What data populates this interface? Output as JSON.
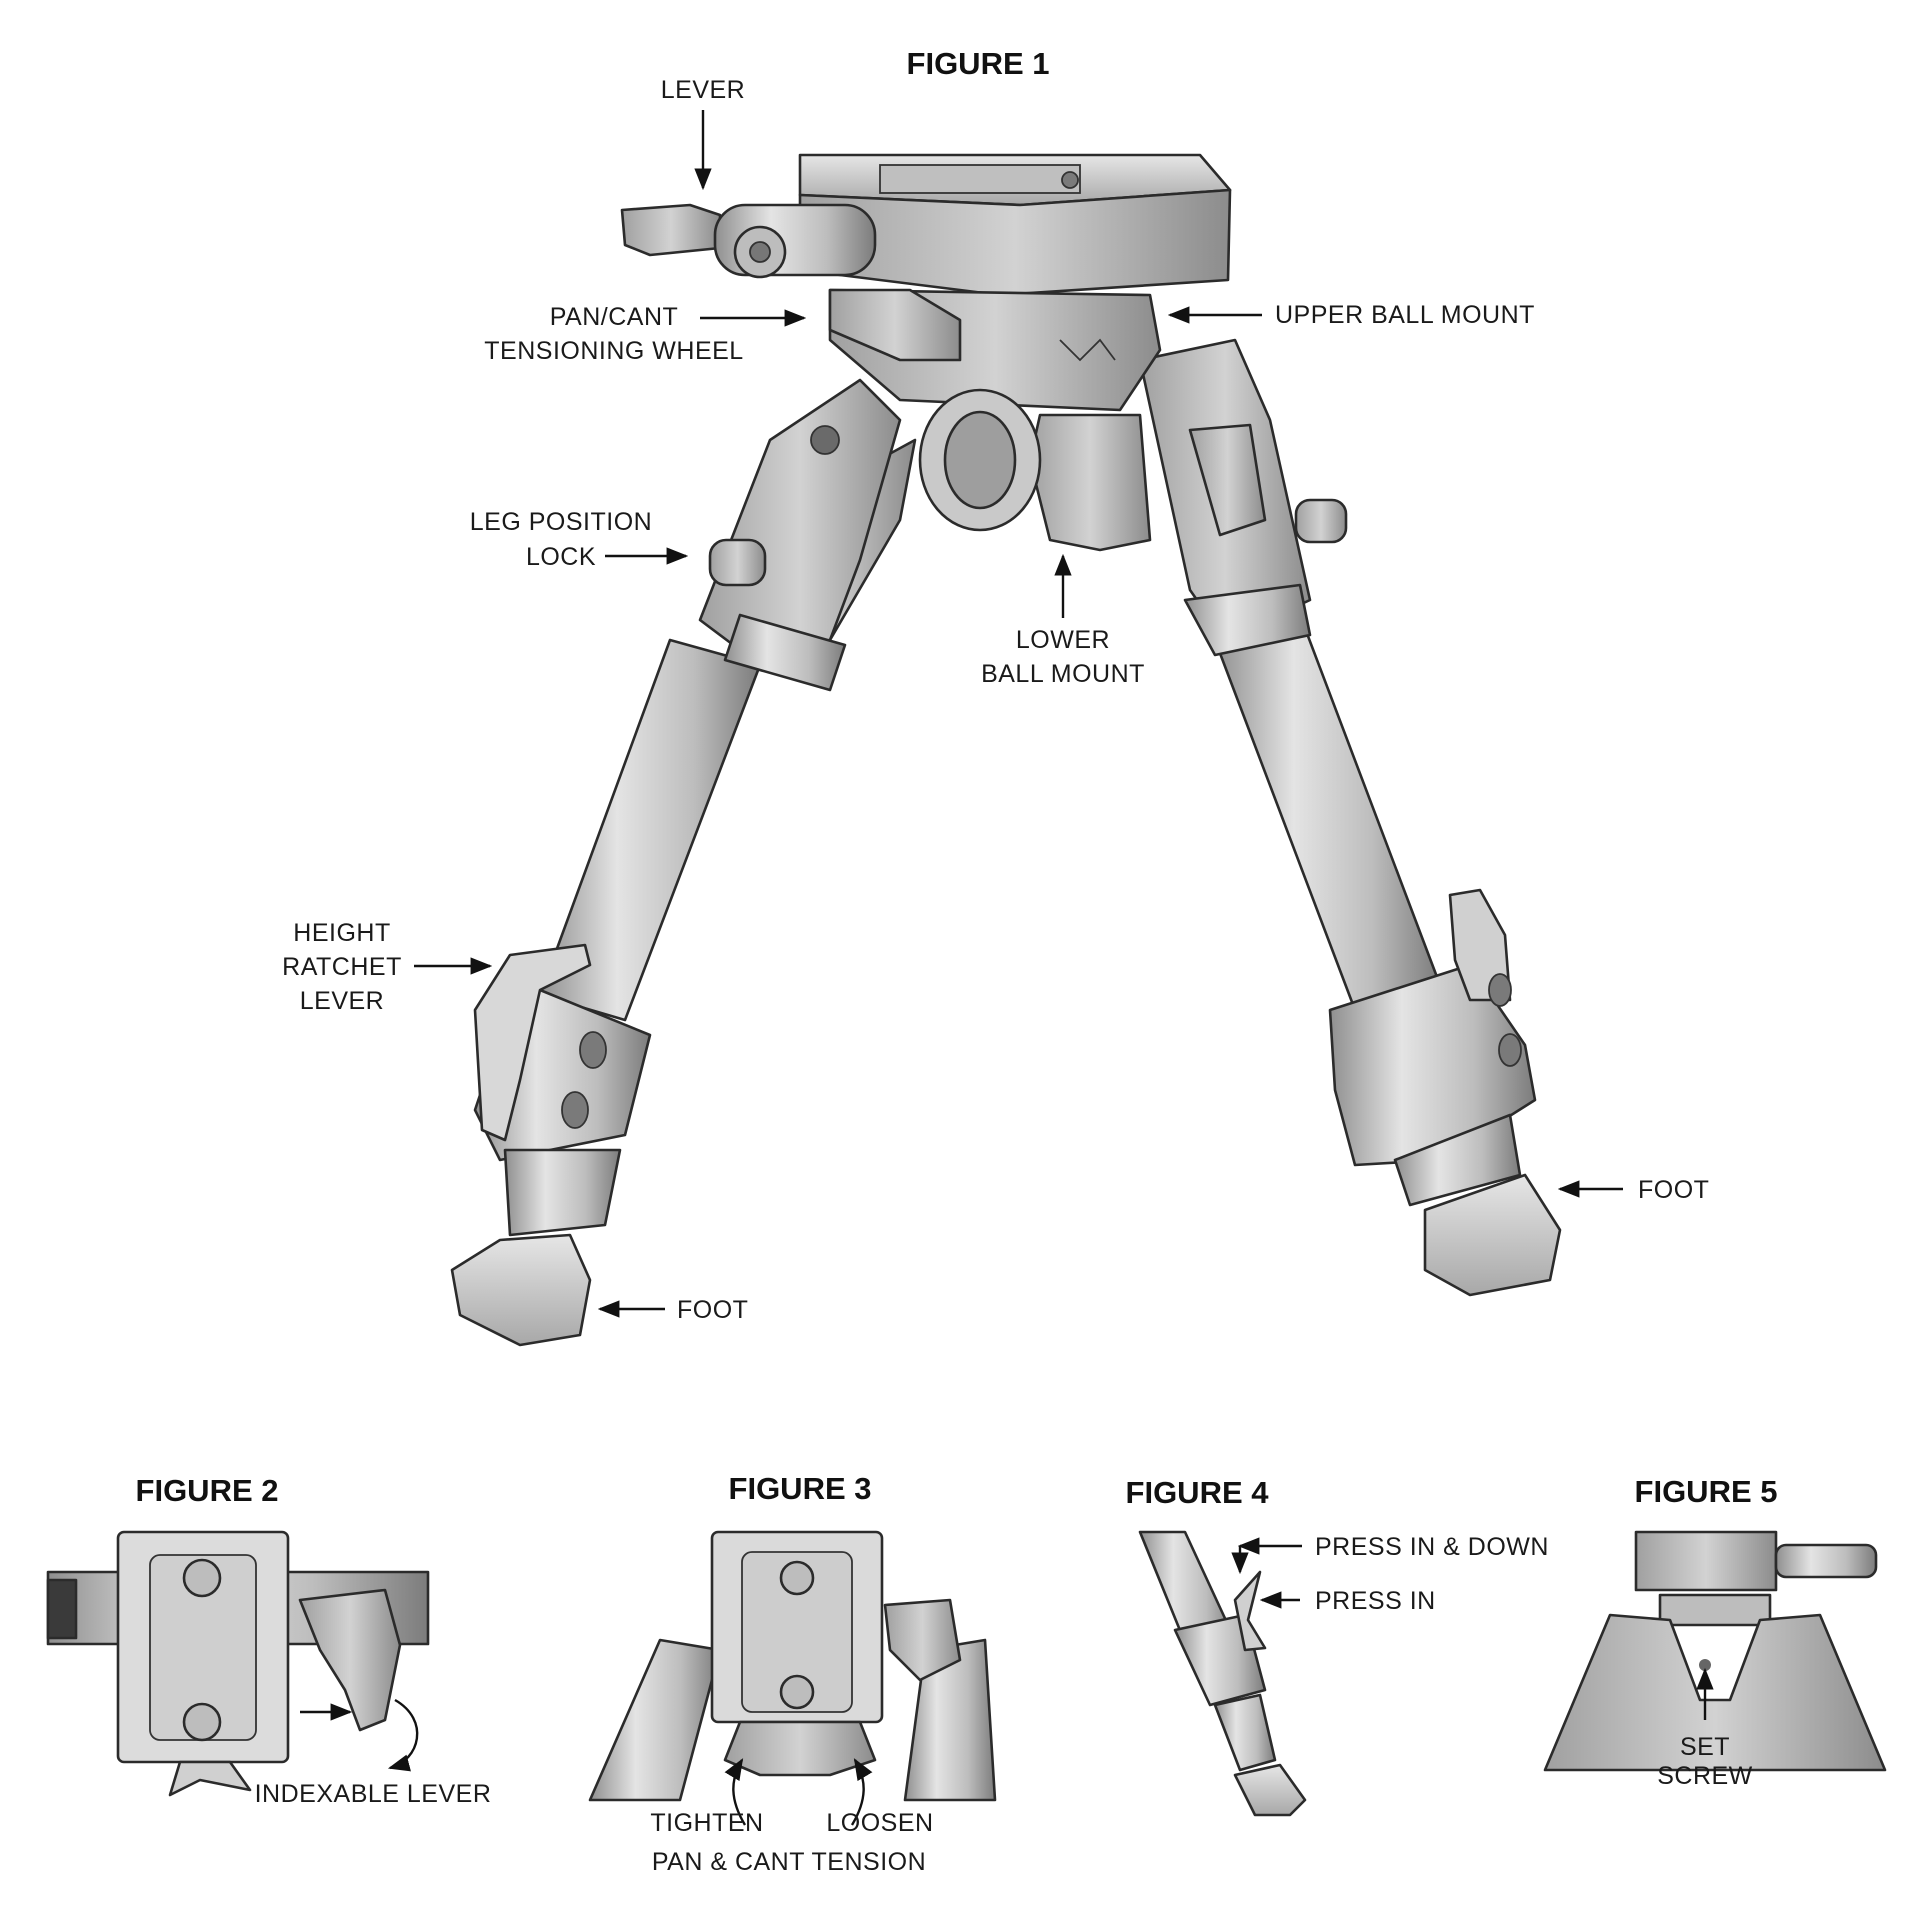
{
  "figure1": {
    "title": "FIGURE 1",
    "labels": {
      "lever": "LEVER",
      "pan_cant_1": "PAN/CANT",
      "pan_cant_2": "TENSIONING WHEEL",
      "upper_ball_mount": "UPPER BALL MOUNT",
      "leg_lock_1": "LEG POSITION",
      "leg_lock_2": "LOCK",
      "lower_ball_1": "LOWER",
      "lower_ball_2": "BALL MOUNT",
      "height_1": "HEIGHT",
      "height_2": "RATCHET",
      "height_3": "LEVER",
      "foot_left": "FOOT",
      "foot_right": "FOOT"
    }
  },
  "figure2": {
    "title": "FIGURE 2",
    "labels": {
      "indexable": "INDEXABLE LEVER"
    }
  },
  "figure3": {
    "title": "FIGURE 3",
    "labels": {
      "tighten": "TIGHTEN",
      "loosen": "LOOSEN",
      "caption": "PAN & CANT TENSION"
    }
  },
  "figure4": {
    "title": "FIGURE 4",
    "labels": {
      "press_in_down": "PRESS IN & DOWN",
      "press_in": "PRESS IN"
    }
  },
  "figure5": {
    "title": "FIGURE 5",
    "labels": {
      "set_1": "SET",
      "set_2": "SCREW"
    }
  },
  "colors": {
    "metal_light": "#d9d9d9",
    "metal_mid": "#b4b4b4",
    "metal_dark": "#8a8a8a",
    "line": "#111111"
  }
}
